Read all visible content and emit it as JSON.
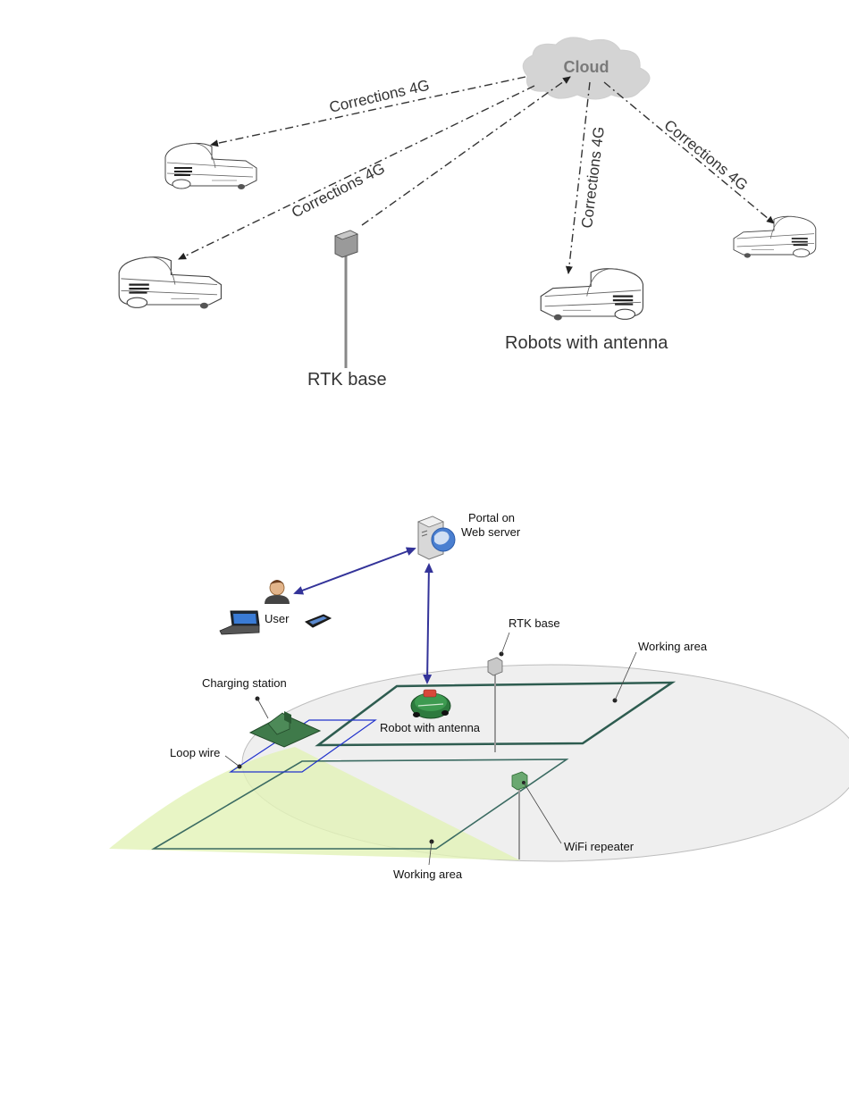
{
  "top_diagram": {
    "cloud_label": "Cloud",
    "corrections_labels": [
      "Corrections 4G",
      "Corrections 4G",
      "Corrections 4G",
      "Corrections 4G"
    ],
    "rtk_base_label": "RTK base",
    "robots_label": "Robots with antenna"
  },
  "bottom_diagram": {
    "portal_label_line1": "Portal on",
    "portal_label_line2": "Web server",
    "user_label": "User",
    "rtk_base_label": "RTK base",
    "working_area_label_top": "Working area",
    "charging_station_label": "Charging station",
    "robot_label": "Robot with antenna",
    "loop_wire_label": "Loop wire",
    "wifi_repeater_label": "WiFi repeater",
    "working_area_label_bottom": "Working area"
  },
  "colors": {
    "ellipse_fill": "#efefef",
    "green_wedge": "#e2f3b6",
    "working_area_stroke": "#2e5c50",
    "loop_wire": "#2233cc",
    "portal_arrows": "#333399",
    "robot_green": "#2d7a3e"
  },
  "icons": [
    "cloud-icon",
    "server-globe-icon",
    "user-icon",
    "laptop-icon",
    "phone-icon",
    "charging-station-icon",
    "robot-mower-icon",
    "wifi-repeater-icon",
    "rtk-antenna-icon"
  ]
}
